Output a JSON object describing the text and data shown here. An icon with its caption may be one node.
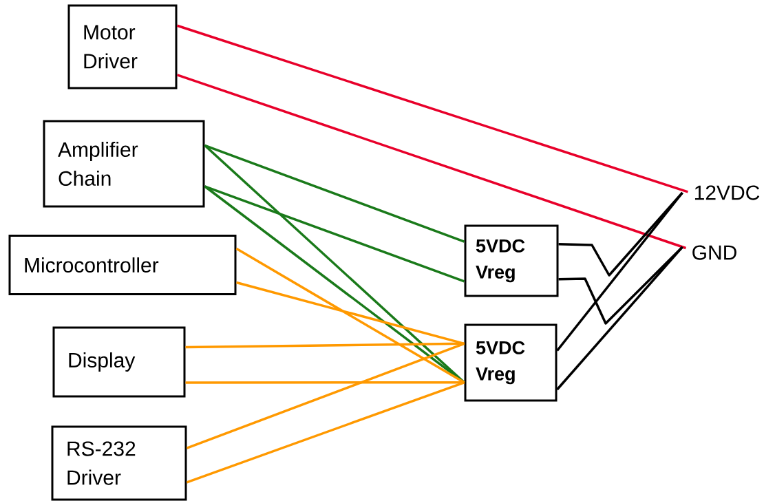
{
  "diagram": {
    "nodes": [
      {
        "text": [
          "Motor Driver"
        ]
      },
      {
        "text": [
          "Amplifier Chain"
        ]
      },
      {
        "text": [
          "Microcontroller"
        ]
      },
      {
        "text": [
          "Display"
        ]
      },
      {
        "text": [
          "RS-232 Driver"
        ]
      },
      {
        "text": [
          "5VDC Vreg"
        ]
      },
      {
        "text": [
          "5VDC Vreg"
        ]
      },
      {
        "text": [
          "12VDC"
        ]
      },
      {
        "text": [
          "GND"
        ]
      }
    ],
    "edges": [
      {
        "from": 0,
        "to": 7,
        "arrow": "none",
        "color": "#e8002a"
      },
      {
        "from": 0,
        "to": 8,
        "arrow": "none",
        "color": "#e8002a"
      },
      {
        "from": 1,
        "to": 5,
        "arrow": "none",
        "color": "#1a7a1a"
      },
      {
        "from": 1,
        "to": 5,
        "arrow": "none",
        "color": "#1a7a1a"
      },
      {
        "from": 1,
        "to": 6,
        "arrow": "none",
        "color": "#1a7a1a"
      },
      {
        "from": 1,
        "to": 6,
        "arrow": "none",
        "color": "#1a7a1a"
      },
      {
        "from": 2,
        "to": 6,
        "arrow": "none"
      },
      {
        "from": 2,
        "to": 6,
        "arrow": "none"
      },
      {
        "from": 3,
        "to": 6,
        "arrow": "none"
      },
      {
        "from": 3,
        "to": 6,
        "arrow": "none"
      },
      {
        "from": 4,
        "to": 6,
        "arrow": "none"
      },
      {
        "from": 4,
        "to": 6,
        "arrow": "none"
      },
      {
        "from": 6,
        "to": 7,
        "arrow": "none",
        "color": "#000000"
      },
      {
        "from": 6,
        "to": 8,
        "arrow": "none",
        "color": "#000000"
      },
      {
        "from": 5,
        "to": 7,
        "arrow": "none",
        "color": "#000000"
      },
      {
        "from": 5,
        "to": 8,
        "arrow": "none",
        "color": "#000000"
      }
    ]
  }
}
